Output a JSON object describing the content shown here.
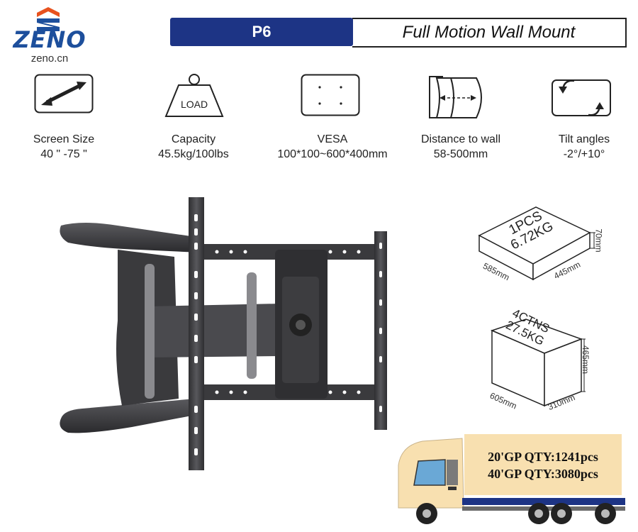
{
  "brand": {
    "name": "ZENO",
    "url": "zeno.cn"
  },
  "header": {
    "model": "P6",
    "title": "Full Motion Wall Mount"
  },
  "specs": [
    {
      "icon": "screen-size-arrow-icon",
      "label": "Screen Size",
      "value": "40 \" -75 \""
    },
    {
      "icon": "load-weight-icon",
      "label": "Capacity",
      "value": "45.5kg/100lbs",
      "icon_text": "LOAD"
    },
    {
      "icon": "vesa-pattern-icon",
      "label": "VESA",
      "value": "100*100~600*400mm"
    },
    {
      "icon": "distance-to-wall-icon",
      "label": "Distance to wall",
      "value": "58-500mm"
    },
    {
      "icon": "tilt-rotate-icon",
      "label": "Tilt angles",
      "value": "-2°/+10°"
    }
  ],
  "package_single": {
    "count": "1PCS",
    "weight": "6.72KG",
    "length": "585mm",
    "width": "445mm",
    "height": "70mm"
  },
  "package_carton": {
    "count": "4CTNS",
    "weight": "27.5KG",
    "length": "605mm",
    "width": "310mm",
    "height": "465mm"
  },
  "shipping": {
    "line_20gp": "20'GP QTY:1241pcs",
    "line_40gp": "40'GP QTY:3080pcs"
  },
  "colors": {
    "brand_blue": "#1d3485",
    "truck_cream": "#f8e0b0",
    "mount_dark": "#3a3a3c"
  }
}
